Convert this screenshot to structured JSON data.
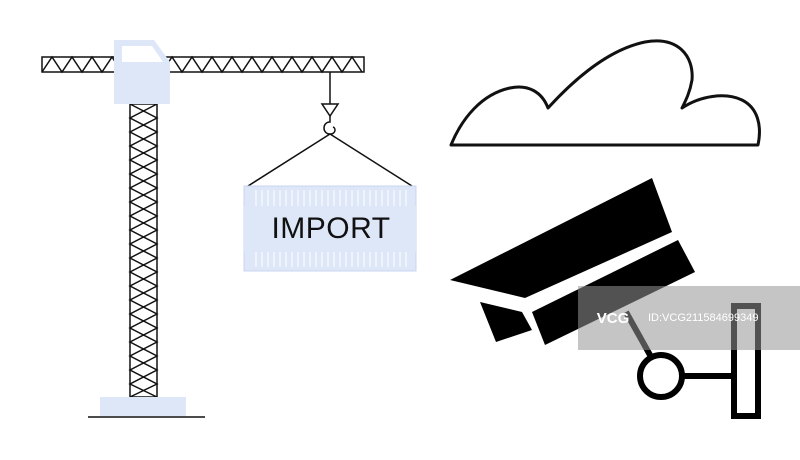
{
  "container": {
    "label": "IMPORT"
  },
  "watermark": {
    "logo": "VCG",
    "text": "ID:VCG211584699349"
  },
  "colors": {
    "line": "#111111",
    "accent_fill": "#dde7f8",
    "accent_stroke": "#c9d6ef",
    "watermark_bg": "#969696"
  },
  "icons": [
    "tower-crane-icon",
    "shipping-container-icon",
    "cloud-icon",
    "security-camera-icon"
  ]
}
